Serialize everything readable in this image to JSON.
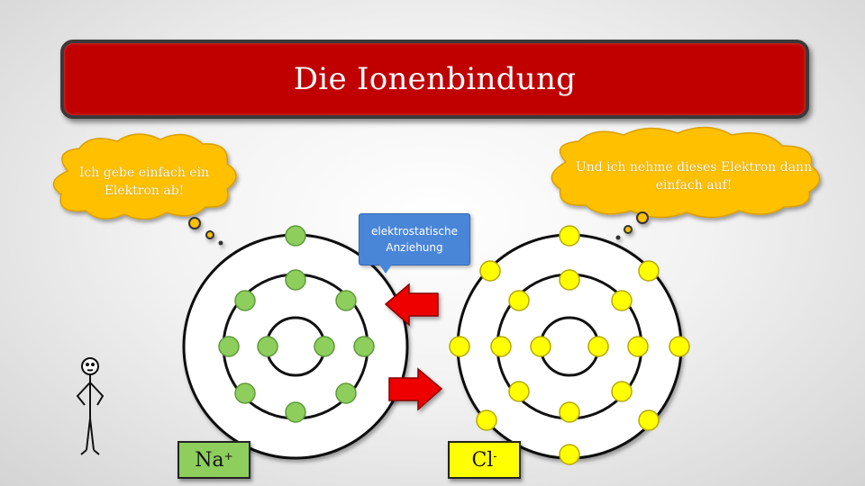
{
  "title": "Die Ionenbindung",
  "left_thought": "Ich gebe einfach ein Elektron ab!",
  "right_thought": "Und ich nehme dieses Elektron dann einfach auf!",
  "callout": "elektrostatische Anziehung",
  "na_label": {
    "symbol": "Na",
    "charge": "+"
  },
  "cl_label": {
    "symbol": "Cl",
    "charge": "-"
  },
  "colors": {
    "banner": "#c00000",
    "cloud": "#ffc000",
    "callout": "#4a86d8",
    "arrow": "#ee0000",
    "na_electron": "#8ece5c",
    "cl_electron": "#ffff00"
  }
}
